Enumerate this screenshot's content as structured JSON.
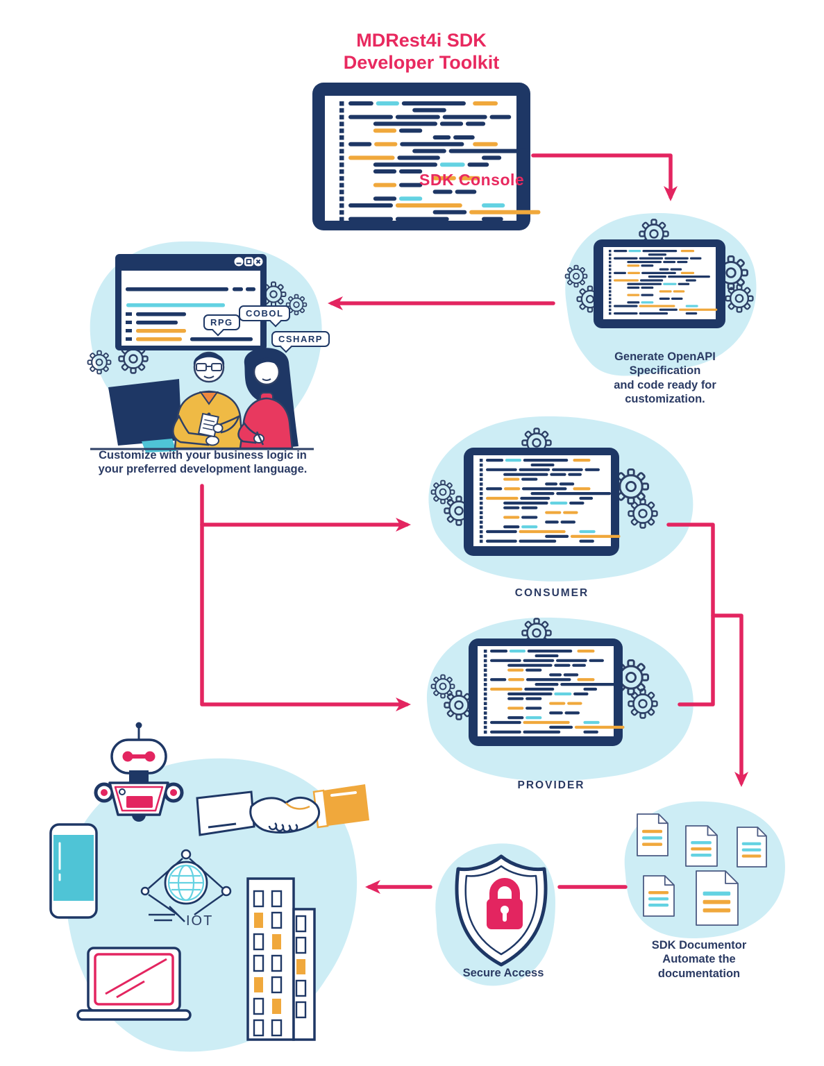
{
  "colors": {
    "pink": "#E32560",
    "navy": "#1E3765",
    "cyan": "#64D2E2",
    "orange": "#F0A83C",
    "blob_blue": "#CDEDF5",
    "teal": "#4FC4D6"
  },
  "title": {
    "line1": "MDRest4i SDK",
    "line2": "Developer Toolkit"
  },
  "sdk_console": {
    "label": "SDK Console"
  },
  "openapi": {
    "caption1": "Generate OpenAPI Specification",
    "caption2": "and code ready for customization."
  },
  "customize": {
    "caption1": "Customize with your business logic in",
    "caption2": "your preferred development language.",
    "bubble_rpg": "RPG",
    "bubble_cobol": "COBOL",
    "bubble_csharp": "CSHARP"
  },
  "consumer": {
    "label": "CONSUMER"
  },
  "provider": {
    "label": "PROVIDER"
  },
  "documentor": {
    "caption1": "SDK Documentor",
    "caption2": "Automate the documentation"
  },
  "secure_access": {
    "label": "Secure Access"
  },
  "iot": {
    "label": "IOT"
  }
}
